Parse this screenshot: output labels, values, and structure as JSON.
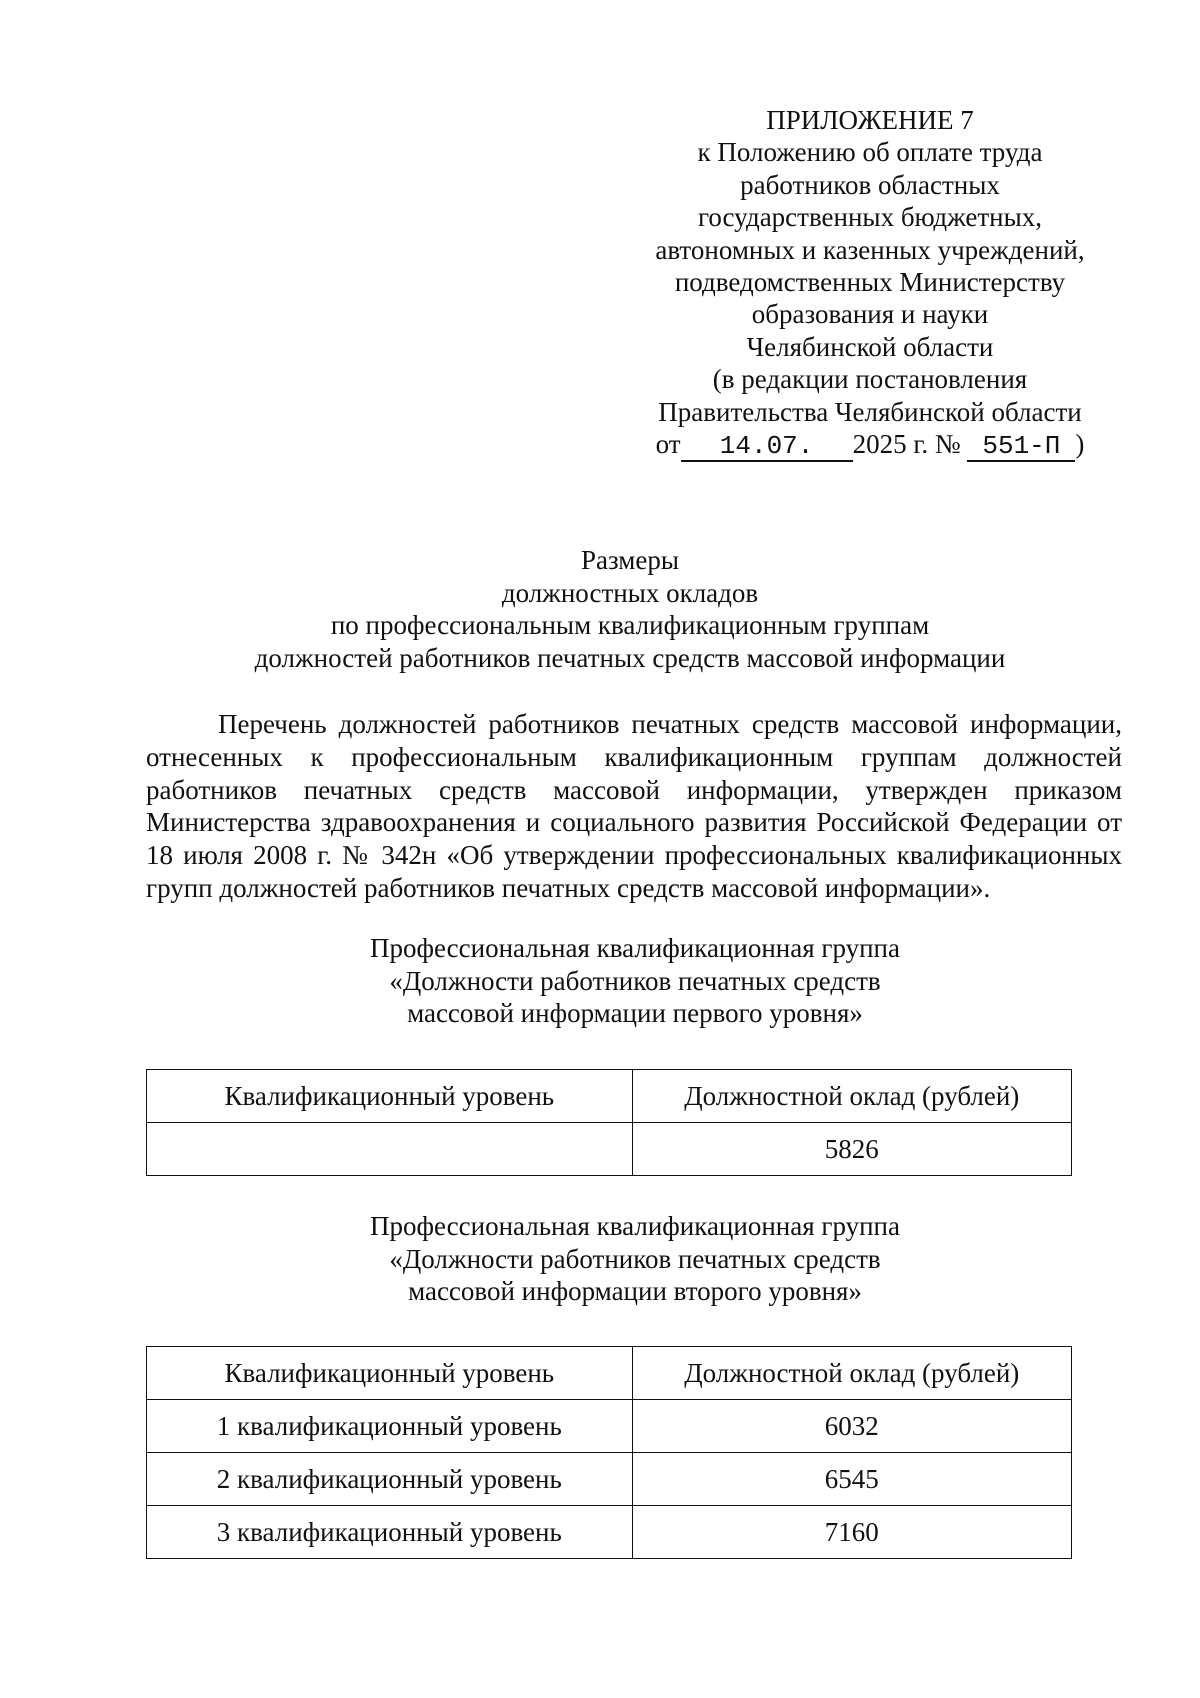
{
  "appendix": {
    "title": "ПРИЛОЖЕНИЕ 7",
    "lines": [
      "к Положению об оплате труда",
      "работников областных",
      "государственных бюджетных,",
      "автономных и казенных учреждений,",
      "подведомственных Министерству",
      "образования и науки",
      "Челябинской области",
      "(в редакции постановления",
      "Правительства Челябинской области"
    ],
    "date_prefix": "от",
    "date_value": "14.07.",
    "date_year": "2025 г. №",
    "number_value": "551-П",
    "date_suffix": ")"
  },
  "title": {
    "lines": [
      "Размеры",
      "должностных окладов",
      "по профессиональным квалификационным группам",
      "должностей работников печатных средств массовой информации"
    ]
  },
  "paragraph": "Перечень должностей работников печатных средств массовой информации, отнесенных к профессиональным квалификационным группам должностей работников печатных средств массовой информации, утвержден приказом Министерства здравоохранения и социального развития Российской Федерации от 18 июля 2008 г. № 342н «Об утверждении профессиональных квалификационных групп должностей работников печатных средств массовой информации».",
  "groups": [
    {
      "heading_lines": [
        "Профессиональная квалификационная группа",
        "«Должности работников печатных средств",
        "массовой информации первого уровня»"
      ],
      "table": {
        "headers": [
          "Квалификационный уровень",
          "Должностной оклад (рублей)"
        ],
        "rows": [
          [
            "",
            "5826"
          ]
        ]
      }
    },
    {
      "heading_lines": [
        "Профессиональная квалификационная группа",
        "«Должности работников печатных средств",
        "массовой информации второго уровня»"
      ],
      "table": {
        "headers": [
          "Квалификационный уровень",
          "Должностной оклад (рублей)"
        ],
        "rows": [
          [
            "1 квалификационный уровень",
            "6032"
          ],
          [
            "2 квалификационный уровень",
            "6545"
          ],
          [
            "3 квалификационный уровень",
            "7160"
          ]
        ]
      }
    }
  ]
}
